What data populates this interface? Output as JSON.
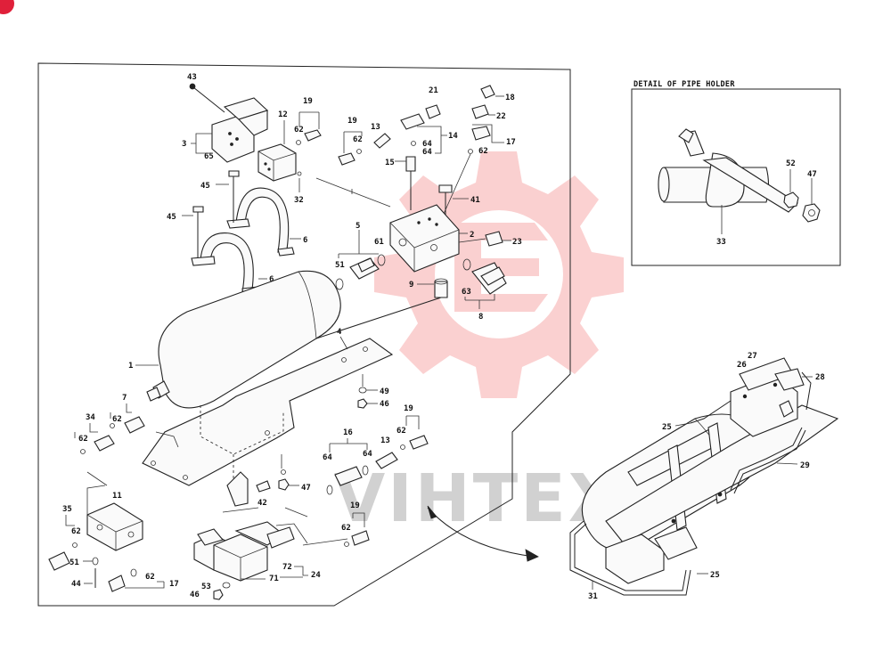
{
  "watermark": {
    "text": "VIHTEX",
    "color": "#f26f6f",
    "text_color": "#c9c9c9"
  },
  "corner_badge": {
    "color": "#e0203a"
  },
  "detail": {
    "title": "DETAIL OF PIPE HOLDER"
  },
  "main_callouts": {
    "c43": "43",
    "c3": "3",
    "c65": "65",
    "c12": "12",
    "c62a": "62",
    "c19a": "19",
    "c32": "32",
    "c19b": "19",
    "c62b": "62",
    "c13a": "13",
    "c15": "15",
    "c21": "21",
    "c18": "18",
    "c22": "22",
    "c14": "14",
    "c64a": "64",
    "c64b": "64",
    "c17a": "17",
    "c62c": "62",
    "c41": "41",
    "c45a": "45",
    "c45b": "45",
    "c6a": "6",
    "c6b": "6",
    "c5": "5",
    "c51": "51",
    "c61": "61",
    "c2": "2",
    "c23": "23",
    "c9": "9",
    "c63": "63",
    "c8": "8",
    "c4": "4",
    "c1": "1",
    "c49": "49",
    "c46a": "46",
    "c7": "7",
    "c62d": "62",
    "c34": "34",
    "c62e": "62",
    "c19c": "19",
    "c62f": "62",
    "c16": "16",
    "c13b": "13",
    "c64c": "64",
    "c64d": "64",
    "c47a": "47",
    "c42": "42",
    "c11": "11",
    "c35": "35",
    "c62g": "62",
    "c51b": "51",
    "c44": "44",
    "c62h": "62",
    "c17b": "17",
    "c19d": "19",
    "c62i": "62",
    "c72": "72",
    "c71": "71",
    "c24": "24",
    "c53": "53",
    "c46b": "46"
  },
  "detail_callouts": {
    "c52": "52",
    "c47": "47",
    "c33": "33"
  },
  "assembly_callouts": {
    "c27": "27",
    "c26": "26",
    "c28": "28",
    "c25a": "25",
    "c29": "29",
    "c31": "31",
    "c25b": "25"
  }
}
